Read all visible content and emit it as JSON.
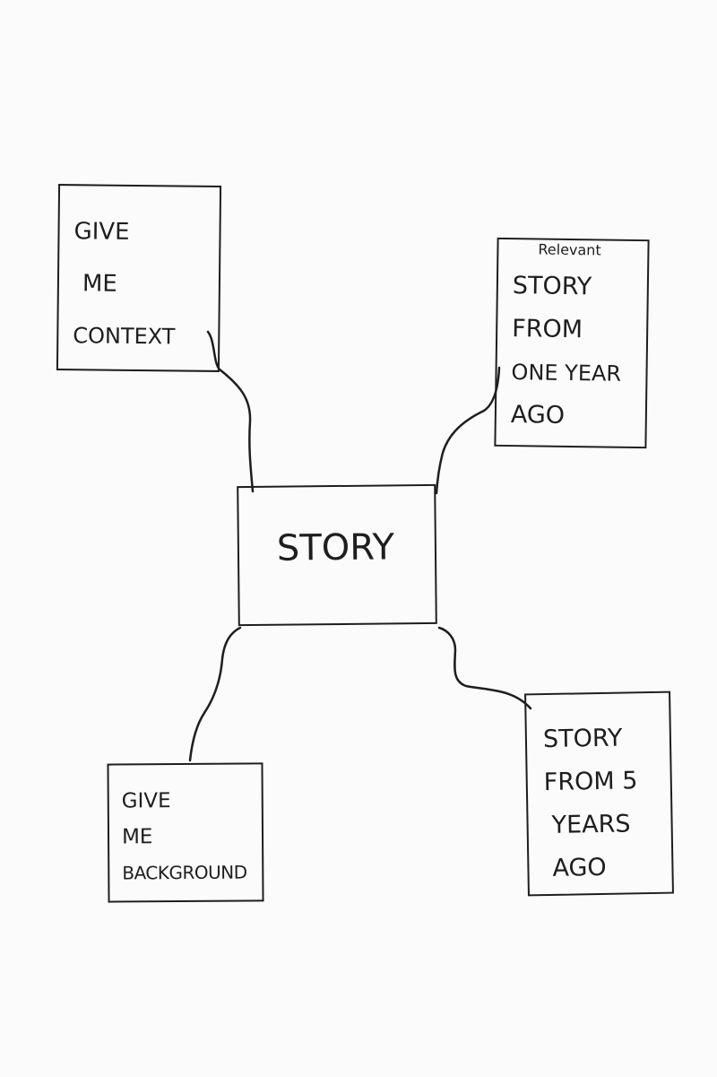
{
  "nodes": {
    "context": {
      "lines": [
        "GIVE",
        "ME",
        "CONTEXT"
      ]
    },
    "one_year": {
      "tag": "Relevant",
      "lines": [
        "STORY",
        "FROM",
        "ONE YEAR",
        "AGO"
      ]
    },
    "story": {
      "label": "STORY"
    },
    "background": {
      "lines": [
        "GIVE",
        "ME",
        "BACKGROUND"
      ]
    },
    "five_years": {
      "lines": [
        "STORY",
        "FROM 5",
        "YEARS",
        "AGO"
      ]
    }
  },
  "colors": {
    "ink": "#1e1e1e",
    "paper": "#fbfbfb"
  }
}
